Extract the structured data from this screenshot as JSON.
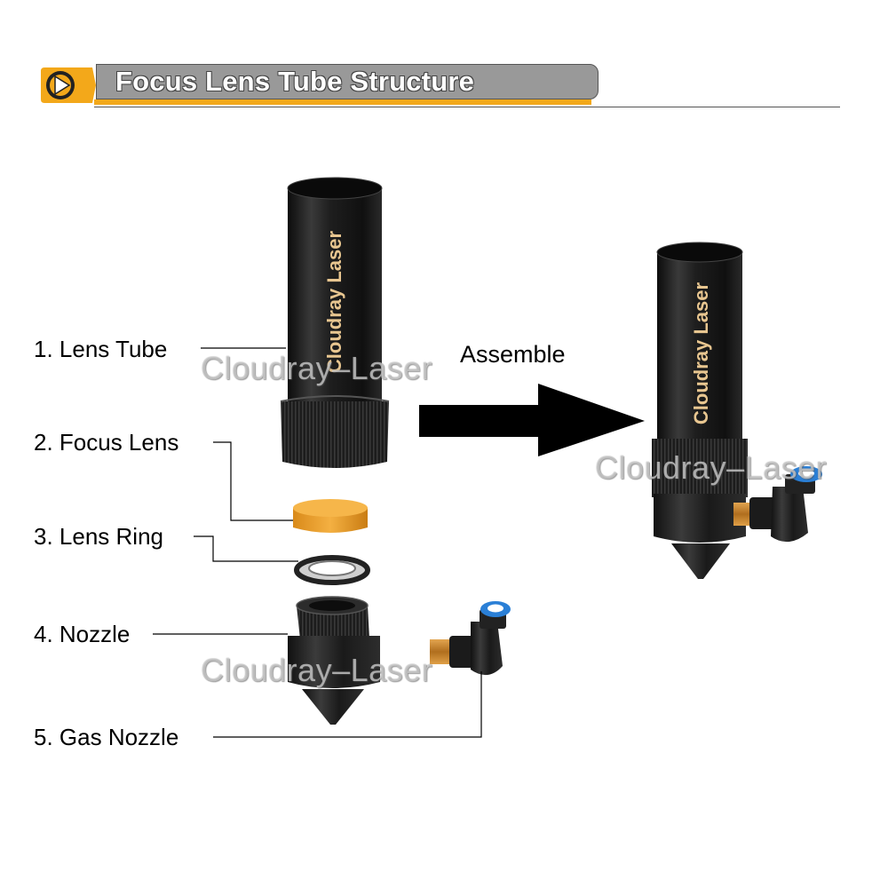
{
  "header": {
    "title": "Focus Lens Tube Structure",
    "icon": "play-arrow-icon",
    "colors": {
      "bar": "#999999",
      "accent": "#f3a81a",
      "icon_bg": "#f3a81a"
    }
  },
  "parts": [
    {
      "label": "1. Lens Tube"
    },
    {
      "label": "2. Focus Lens"
    },
    {
      "label": "3. Lens Ring"
    },
    {
      "label": "4. Nozzle"
    },
    {
      "label": "5. Gas Nozzle"
    }
  ],
  "assemble_label": "Assemble",
  "tube_brand": "Cloudray Laser",
  "watermark": "Cloudray–Laser",
  "colors": {
    "tube": "#1b1b1b",
    "lens": "#f0a22a",
    "fitting_blue": "#2a7fd6",
    "brass": "#c8862d"
  }
}
